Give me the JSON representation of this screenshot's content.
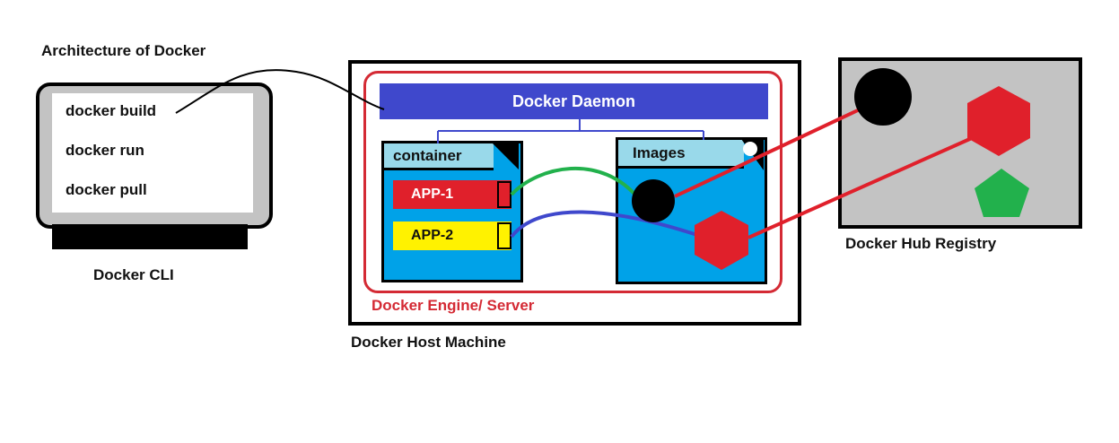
{
  "title": "Architecture of Docker",
  "cli": {
    "commands": [
      "docker build",
      "docker run",
      "docker pull"
    ],
    "label": "Docker CLI"
  },
  "host": {
    "label": "Docker Host Machine",
    "engine_label": "Docker Engine/ Server",
    "daemon_label": "Docker Daemon",
    "container_panel": {
      "title": "container",
      "apps": [
        "APP-1",
        "APP-2"
      ]
    },
    "images_panel": {
      "title": "Images"
    }
  },
  "registry": {
    "label": "Docker Hub Registry"
  },
  "colors": {
    "daemon": "#3f48cc",
    "engine_border": "#d42a34",
    "panel_fill": "#00a2e8",
    "panel_header": "#99d9ea",
    "app1": "#e0202b",
    "app2": "#fff200",
    "green_link": "#22b14c",
    "blue_link": "#3f48cc",
    "red_link": "#e0202b",
    "registry_fill": "#c3c3c3"
  }
}
